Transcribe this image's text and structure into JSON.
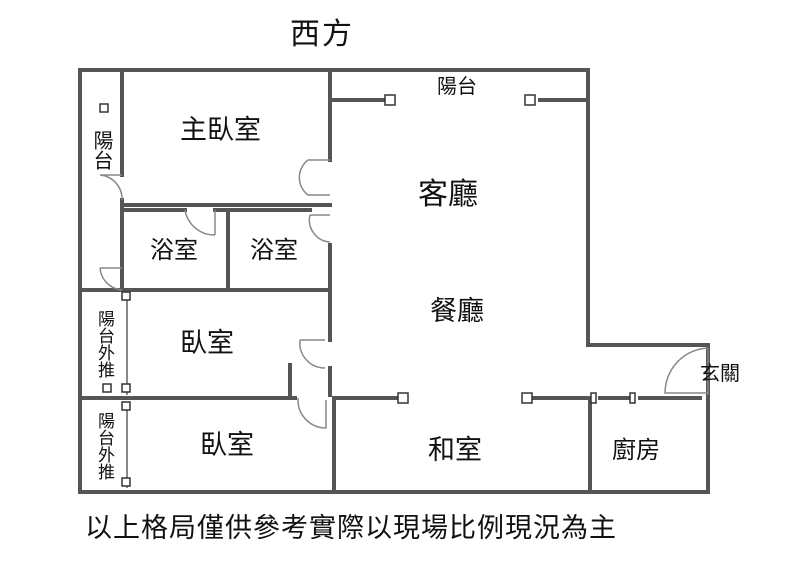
{
  "title": "西方",
  "footer": "以上格局僅供參考實際以現場比例現況為主",
  "rooms": {
    "master_bedroom": "主臥室",
    "bath_1": "浴室",
    "bath_2": "浴室",
    "living_room": "客廳",
    "dining_room": "餐廳",
    "bedroom_1": "臥室",
    "bedroom_2": "臥室",
    "tatami_room": "和室",
    "kitchen": "廚房",
    "entrance": "玄關",
    "balcony_top": "陽台",
    "balcony_left": "陽台",
    "balcony_ext_1": "陽台外推",
    "balcony_ext_2": "陽台外推"
  },
  "colors": {
    "wall": "#555555",
    "door": "#888888",
    "text": "#111111"
  }
}
